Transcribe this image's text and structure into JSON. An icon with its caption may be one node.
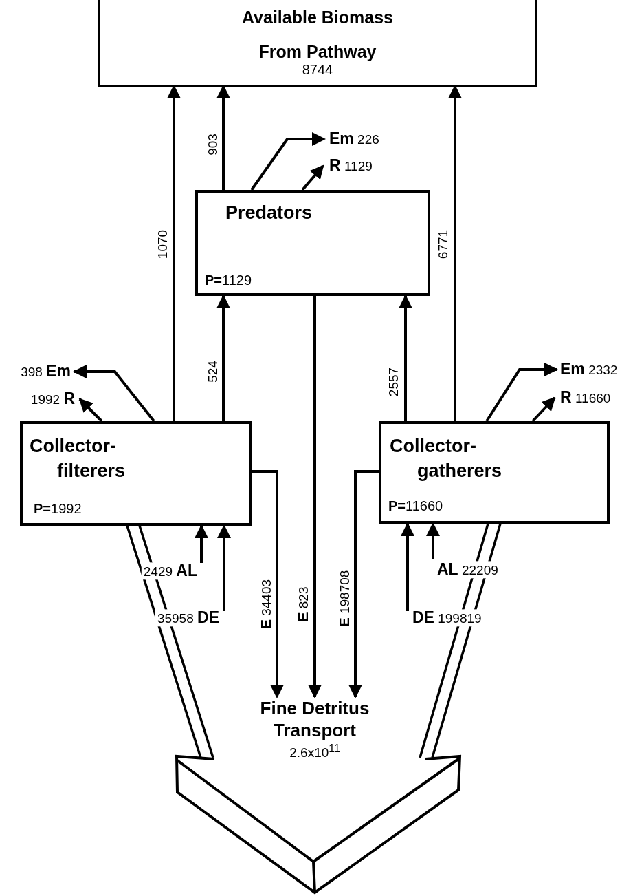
{
  "diagram": {
    "nodes": [
      {
        "text": [
          "Available Biomass From Pathway",
          "8744"
        ]
      },
      {
        "text": [
          "Predators",
          "**P=**1129"
        ]
      },
      {
        "text": [
          "Collector- filterers",
          "**P=**1992"
        ]
      },
      {
        "text": [
          "Collector- gatherers",
          "**P=**11660"
        ]
      },
      {
        "text": [
          "Fine Detritus Transport",
          "2.6x10$^{11}$"
        ]
      },
      {
        "text": [],
        "shape": "chevron"
      }
    ],
    "edges": [
      {
        "from": 2,
        "to": 0,
        "arrow": "to",
        "label": "1070"
      },
      {
        "from": 1,
        "to": 0,
        "arrow": "to",
        "label": "903"
      },
      {
        "from": 3,
        "to": 0,
        "arrow": "to",
        "label": "6771"
      },
      {
        "from": 2,
        "to": 1,
        "arrow": "to",
        "label": "524"
      },
      {
        "from": 3,
        "to": 1,
        "arrow": "to",
        "label": "2557"
      },
      {
        "from": 1,
        "to": null,
        "arrow": "to",
        "label": "**Em** 226"
      },
      {
        "from": 1,
        "to": null,
        "arrow": "to",
        "label": "**R** 1129"
      },
      {
        "from": 2,
        "to": null,
        "arrow": "to",
        "label": "398 **Em**"
      },
      {
        "from": 2,
        "to": null,
        "arrow": "to",
        "label": "1992 **R**"
      },
      {
        "from": 3,
        "to": null,
        "arrow": "to",
        "label": "**Em** 2332"
      },
      {
        "from": 3,
        "to": null,
        "arrow": "to",
        "label": "**R** 11660"
      },
      {
        "from": null,
        "to": 2,
        "arrow": "to",
        "label": "2429 **AL**"
      },
      {
        "from": null,
        "to": 2,
        "arrow": "to",
        "label": "35958 **DE**"
      },
      {
        "from": null,
        "to": 3,
        "arrow": "to",
        "label": "**AL** 22209"
      },
      {
        "from": null,
        "to": 3,
        "arrow": "to",
        "label": "**DE** 199819"
      },
      {
        "from": 2,
        "to": 4,
        "arrow": "to",
        "label": "**E** 34403"
      },
      {
        "from": 1,
        "to": 4,
        "arrow": "to",
        "label": "**E** 823"
      },
      {
        "from": 3,
        "to": 4,
        "arrow": "to",
        "label": "**E** 198708"
      },
      {
        "from": 5,
        "to": 2,
        "arrow": "none"
      },
      {
        "from": 5,
        "to": 3,
        "arrow": "none"
      }
    ]
  }
}
